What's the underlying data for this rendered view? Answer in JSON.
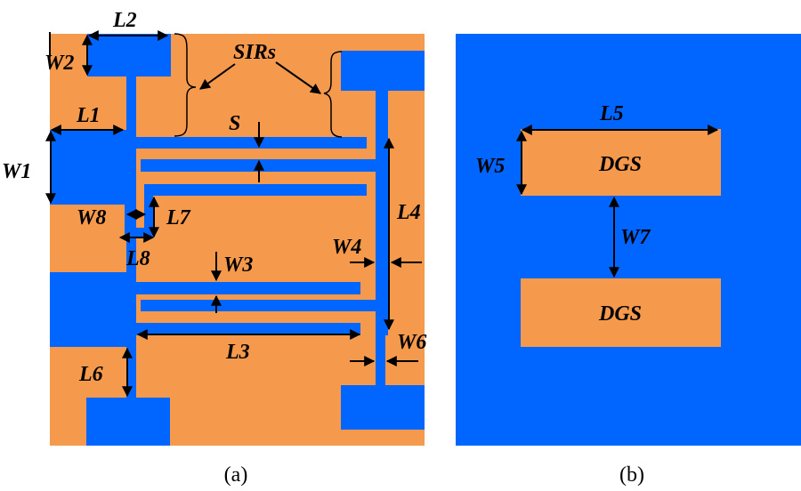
{
  "colors": {
    "copper": "#0066ff",
    "substrate": "#f59a4d",
    "dimension": "#000000",
    "background": "#ffffff"
  },
  "panel_a": {
    "caption": "(a)",
    "annotation": "SIRs",
    "labels": {
      "L1": "L1",
      "L2": "L2",
      "L3": "L3",
      "L4": "L4",
      "L6": "L6",
      "L7": "L7",
      "L8": "L8",
      "W1": "W1",
      "W2": "W2",
      "W3": "W3",
      "W4": "W4",
      "W6": "W6",
      "W8": "W8",
      "S": "S"
    }
  },
  "panel_b": {
    "caption": "(b)",
    "slot_label_top": "DGS",
    "slot_label_bottom": "DGS",
    "labels": {
      "L5": "L5",
      "W5": "W5",
      "W7": "W7"
    }
  }
}
